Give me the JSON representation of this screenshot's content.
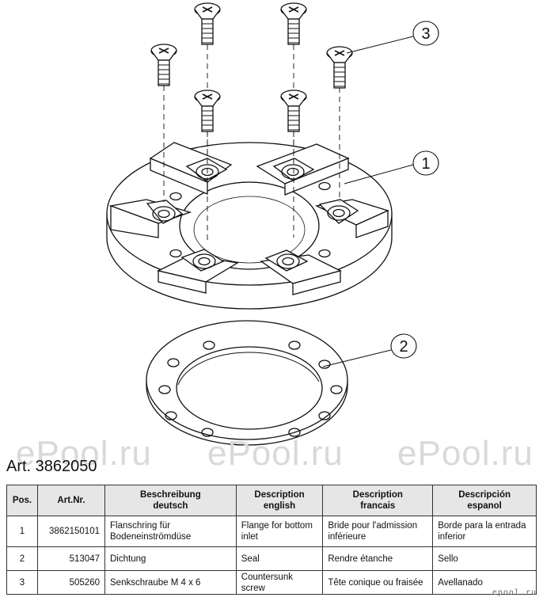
{
  "watermark": "ePool.ru",
  "article_title": "Art. 3862050",
  "callouts": [
    "1",
    "2",
    "3"
  ],
  "table": {
    "headers": [
      {
        "line1": "Pos.",
        "line2": ""
      },
      {
        "line1": "Art.Nr.",
        "line2": ""
      },
      {
        "line1": "Beschreibung",
        "line2": "deutsch"
      },
      {
        "line1": "Description",
        "line2": "english"
      },
      {
        "line1": "Description",
        "line2": "francais"
      },
      {
        "line1": "Descripción",
        "line2": "espanol"
      }
    ],
    "rows": [
      {
        "pos": "1",
        "art": "3862150101",
        "de": "Flanschring für Bodeneinströmdüse",
        "en": "Flange for bottom inlet",
        "fr": "Bride pour l'admission inférieure",
        "es": "Borde para la entrada inferior"
      },
      {
        "pos": "2",
        "art": "513047",
        "de": "Dichtung",
        "en": "Seal",
        "fr": "Rendre étanche",
        "es": "Sello"
      },
      {
        "pos": "3",
        "art": "505260",
        "de": "Senkschraube M 4 x 6",
        "en": "Countersunk screw",
        "fr": "Tête conique ou fraisée",
        "es": "Avellanado"
      }
    ]
  },
  "corner_mark": "epool.ru"
}
